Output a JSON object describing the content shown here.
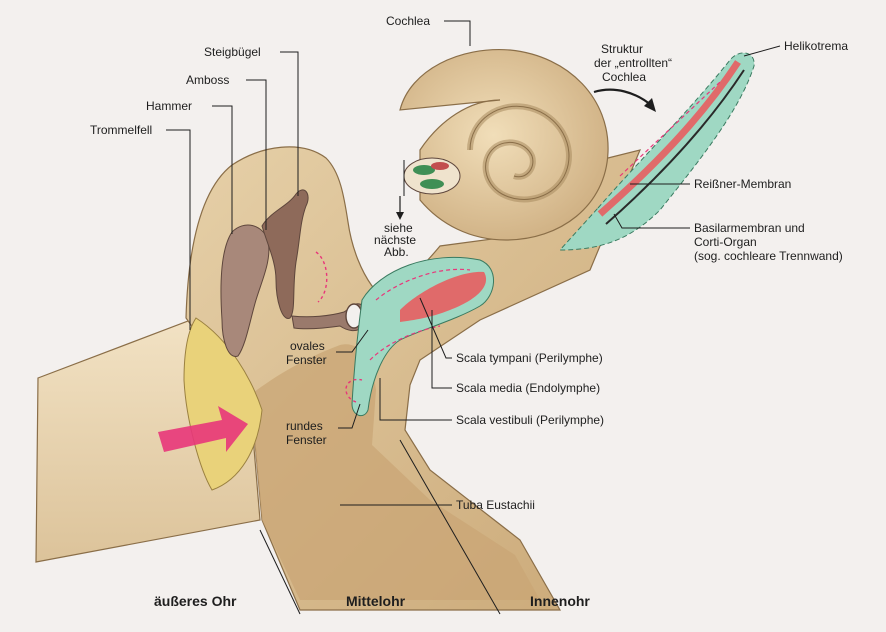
{
  "labels": {
    "cochlea": "Cochlea",
    "steigbuegel": "Steigbügel",
    "amboss": "Amboss",
    "hammer": "Hammer",
    "trommelfell": "Trommelfell",
    "struktur": [
      "Struktur",
      "der „entrollten“",
      "Cochlea"
    ],
    "helikotrema": "Helikotrema",
    "reissner": "Reißner-Membran",
    "basilar": [
      "Basilarmembran und",
      "Corti-Organ",
      "(sog. cochleare Trennwand)"
    ],
    "siehe": [
      "siehe",
      "nächste",
      "Abb."
    ],
    "ovales": [
      "ovales",
      "Fenster"
    ],
    "rundes": [
      "rundes",
      "Fenster"
    ],
    "scala_tympani": "Scala tympani (Perilymphe)",
    "scala_media": "Scala media (Endolymphe)",
    "scala_vestibuli": "Scala vestibuli (Perilymphe)",
    "tuba": "Tuba Eustachii"
  },
  "sections": {
    "outer": "äußeres Ohr",
    "middle": "Mittelohr",
    "inner": "Innenohr"
  },
  "colors": {
    "background": "#f3f0ee",
    "tissue": "#d9bf93",
    "tissue_dark": "#a88a5e",
    "eardrum": "#e9d27a",
    "ossicle": "#9a7a6c",
    "perilymph": "#9fd8c3",
    "endolymph": "#e06a6a",
    "arrow": "#e8367a"
  }
}
